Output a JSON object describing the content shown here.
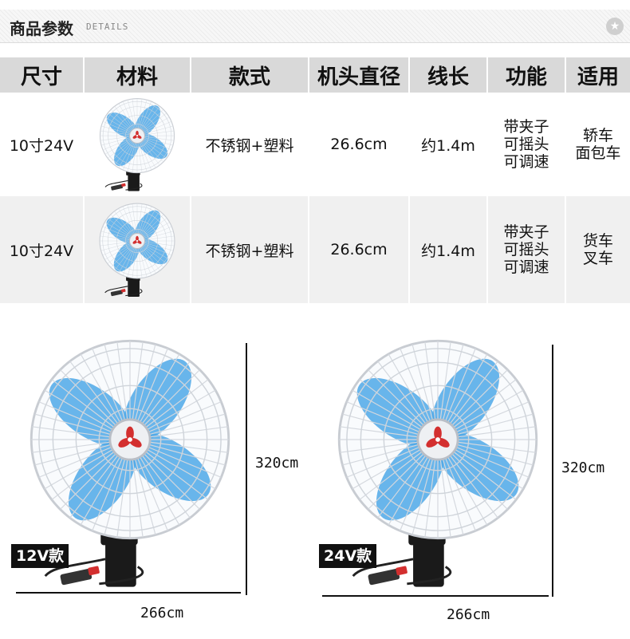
{
  "header": {
    "title": "商品参数",
    "subtitle": "DETAILS",
    "icon": "star-icon"
  },
  "table": {
    "headers": [
      "尺寸",
      "材料",
      "款式",
      "机头直径",
      "线长",
      "功能",
      "适用"
    ],
    "rows": [
      {
        "size": "10寸24V",
        "style": "不锈钢+塑料",
        "diameter": "26.6cm",
        "length": "约1.4m",
        "functions": [
          "带夹子",
          "可摇头",
          "可调速"
        ],
        "usage": [
          "轿车",
          "面包车"
        ]
      },
      {
        "size": "10寸24V",
        "style": "不锈钢+塑料",
        "diameter": "26.6cm",
        "length": "约1.4m",
        "functions": [
          "带夹子",
          "可摇头",
          "可调速"
        ],
        "usage": [
          "货车",
          "叉车"
        ]
      }
    ]
  },
  "products": [
    {
      "badge": "12V款",
      "height_label": "320cm",
      "width_label": "266cm"
    },
    {
      "badge": "24V款",
      "height_label": "320cm",
      "width_label": "266cm"
    }
  ],
  "colors": {
    "blade": "#4fa8e8",
    "header_bg": "#d9d9d9",
    "clip": "#1a1a1a",
    "plug": "#d32f2f"
  }
}
